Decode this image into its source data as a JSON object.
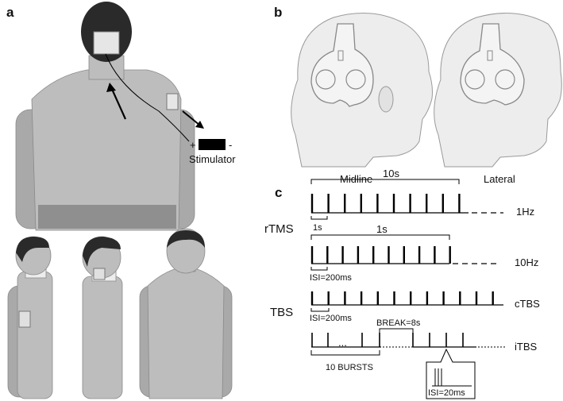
{
  "panels": {
    "a": "a",
    "b": "b",
    "c": "c"
  },
  "panel_a": {
    "stimulator": "Stimulator",
    "plus": "+",
    "minus": "-"
  },
  "panel_b": {
    "midline": "Midline",
    "lateral": "Lateral"
  },
  "panel_c": {
    "group_rtms": "rTMS",
    "group_tbs": "TBS",
    "span_10s": "10s",
    "span_1s_small": "1s",
    "span_1s": "1s",
    "isi_200_1": "ISI=200ms",
    "isi_200_2": "ISI=200ms",
    "break": "BREAK=8s",
    "bursts": "10 BURSTS",
    "isi_20": "ISI=20ms",
    "dots": "...",
    "rows": [
      {
        "label": "1Hz"
      },
      {
        "label": "10Hz"
      },
      {
        "label": "cTBS"
      },
      {
        "label": "iTBS"
      }
    ]
  }
}
